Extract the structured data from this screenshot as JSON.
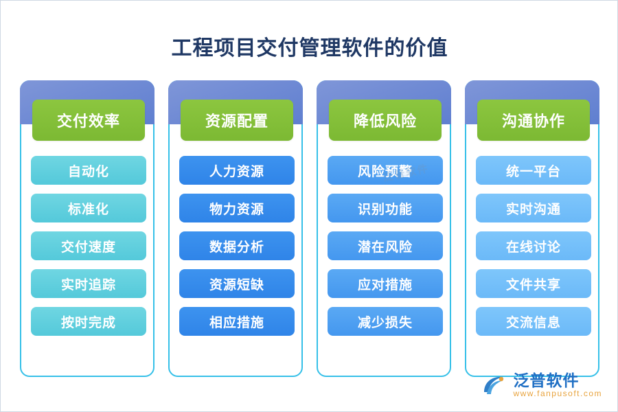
{
  "page": {
    "title": "工程项目交付管理软件的价值",
    "watermark": "泛普软件"
  },
  "columns": [
    {
      "header": "交付效率",
      "items": [
        "自动化",
        "标准化",
        "交付速度",
        "实时追踪",
        "按时完成"
      ],
      "accent": "#54c9da"
    },
    {
      "header": "资源配置",
      "items": [
        "人力资源",
        "物力资源",
        "数据分析",
        "资源短缺",
        "相应措施"
      ],
      "accent": "#2f84e8"
    },
    {
      "header": "降低风险",
      "items": [
        "风险预警",
        "识别功能",
        "潜在风险",
        "应对措施",
        "减少损失"
      ],
      "accent": "#4497ef"
    },
    {
      "header": "沟通协作",
      "items": [
        "统一平台",
        "实时沟通",
        "在线讨论",
        "文件共享",
        "交流信息"
      ],
      "accent": "#6bb9f8"
    }
  ],
  "logo": {
    "name_cn": "泛普软件",
    "name_en": "www.fanpusoft.com"
  }
}
